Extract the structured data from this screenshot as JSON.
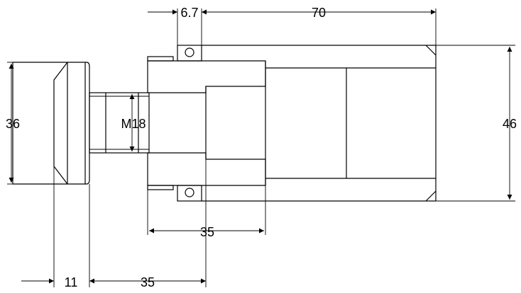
{
  "drawing": {
    "dimensions": {
      "collar_width": "6.7",
      "body_length": "70",
      "knob_diameter": "36",
      "thread": "M18",
      "body_diameter": "46",
      "flange_length": "35",
      "knob_width": "11",
      "shaft_length": "35"
    }
  }
}
